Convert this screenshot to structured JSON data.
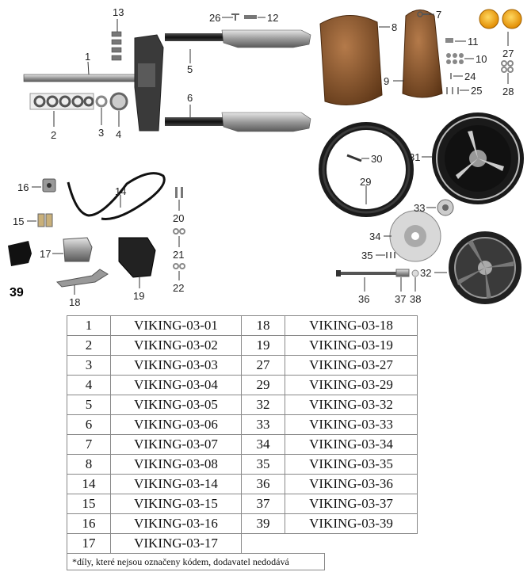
{
  "callouts": {
    "c1": "1",
    "c2": "2",
    "c3": "3",
    "c4": "4",
    "c5": "5",
    "c6": "6",
    "c7": "7",
    "c8": "8",
    "c9": "9",
    "c10": "10",
    "c11": "11",
    "c12": "12",
    "c13": "13",
    "c14": "14",
    "c15": "15",
    "c16": "16",
    "c17": "17",
    "c18": "18",
    "c19": "19",
    "c20": "20",
    "c21": "21",
    "c22": "22",
    "c24": "24",
    "c25": "25",
    "c26": "26",
    "c27": "27",
    "c28": "28",
    "c29": "29",
    "c30": "30",
    "c31": "31",
    "c32": "32",
    "c33": "33",
    "c34": "34",
    "c35": "35",
    "c36": "36",
    "c37": "37",
    "c38": "38",
    "c39": "39"
  },
  "parts_left": [
    {
      "num": "1",
      "code": "VIKING-03-01"
    },
    {
      "num": "2",
      "code": "VIKING-03-02"
    },
    {
      "num": "3",
      "code": "VIKING-03-03"
    },
    {
      "num": "4",
      "code": "VIKING-03-04"
    },
    {
      "num": "5",
      "code": "VIKING-03-05"
    },
    {
      "num": "6",
      "code": "VIKING-03-06"
    },
    {
      "num": "7",
      "code": "VIKING-03-07"
    },
    {
      "num": "8",
      "code": "VIKING-03-08"
    },
    {
      "num": "14",
      "code": "VIKING-03-14"
    },
    {
      "num": "15",
      "code": "VIKING-03-15"
    },
    {
      "num": "16",
      "code": "VIKING-03-16"
    },
    {
      "num": "17",
      "code": "VIKING-03-17"
    }
  ],
  "parts_right": [
    {
      "num": "18",
      "code": "VIKING-03-18"
    },
    {
      "num": "19",
      "code": "VIKING-03-19"
    },
    {
      "num": "27",
      "code": "VIKING-03-27"
    },
    {
      "num": "29",
      "code": "VIKING-03-29"
    },
    {
      "num": "32",
      "code": "VIKING-03-32"
    },
    {
      "num": "33",
      "code": "VIKING-03-33"
    },
    {
      "num": "34",
      "code": "VIKING-03-34"
    },
    {
      "num": "35",
      "code": "VIKING-03-35"
    },
    {
      "num": "36",
      "code": "VIKING-03-36"
    },
    {
      "num": "37",
      "code": "VIKING-03-37"
    },
    {
      "num": "39",
      "code": "VIKING-03-39"
    }
  ],
  "footnote": "*díly, které nejsou označeny kódem, dodavatel nedodává",
  "colors": {
    "fender": "#8a5a34",
    "metal": "#a8a8a8",
    "dark_part": "#2a2a2a",
    "reflector": "#f0a810"
  }
}
